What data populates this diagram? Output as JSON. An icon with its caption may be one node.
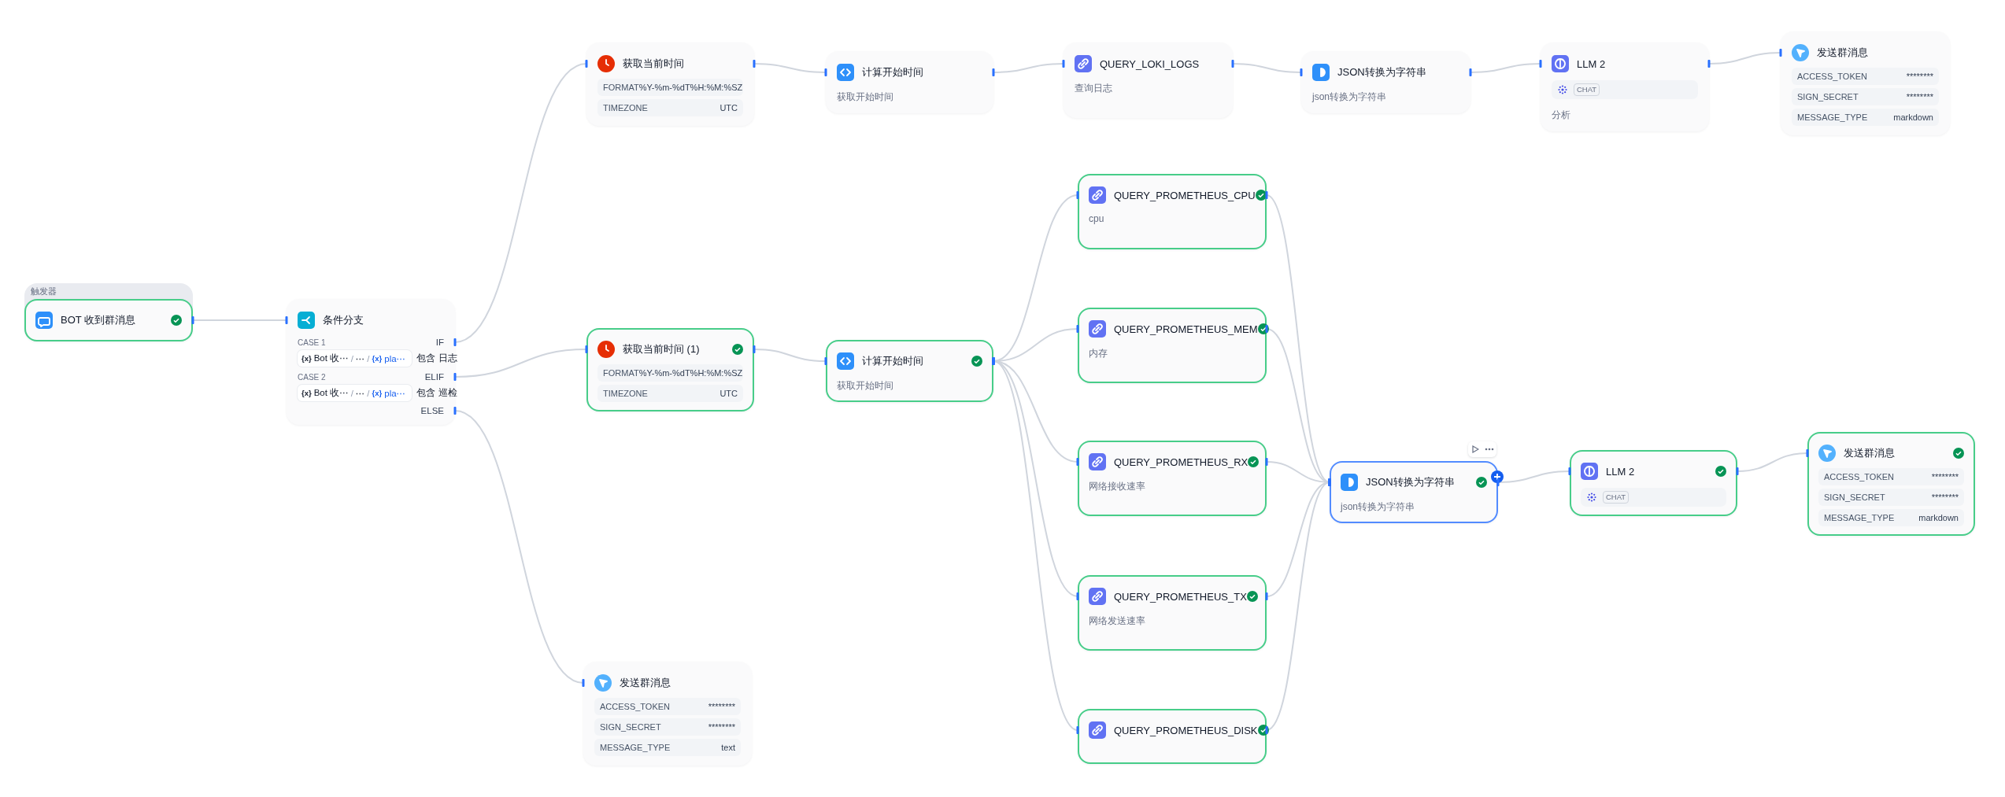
{
  "diagram": {
    "nodes": [
      {
        "text": [
          "触发器"
        ]
      },
      {
        "text": [
          "BOT 收到群消息"
        ],
        "in": 0
      },
      {
        "text": [
          "条件分支",
          "CASE 1",
          "IF",
          "{x}",
          "Bot 收⋯",
          "/",
          "⋯",
          "/",
          "{x}",
          "pla⋯",
          "包含",
          "日志",
          "CASE 2",
          "ELIF",
          "{x}",
          "Bot 收⋯",
          "/",
          "⋯",
          "/",
          "{x}",
          "pla⋯",
          "包含",
          "巡检",
          "ELSE"
        ]
      },
      {
        "text": [
          "获取当前时间",
          "FORMAT",
          "%Y-%m-%dT%H:%M:%SZ",
          "TIMEZONE",
          "UTC"
        ]
      },
      {
        "text": [
          "计算开始时间",
          "获取开始时间"
        ]
      },
      {
        "text": [
          "QUERY_LOKI_LOGS",
          "查询日志"
        ]
      },
      {
        "text": [
          "JSON转换为字符串",
          "json转换为字符串"
        ]
      },
      {
        "text": [
          "LLM 2",
          "CHAT",
          "分析"
        ]
      },
      {
        "text": [
          "发送群消息",
          "ACCESS_TOKEN",
          "********",
          "SIGN_SECRET",
          "********",
          "MESSAGE_TYPE",
          "markdown"
        ]
      },
      {
        "text": [
          "获取当前时间 (1)",
          "FORMAT",
          "%Y-%m-%dT%H:%M:%SZ",
          "TIMEZONE",
          "UTC"
        ]
      },
      {
        "text": [
          "计算开始时间",
          "获取开始时间"
        ]
      },
      {
        "text": [
          "QUERY_PROMETHEUS_CPU",
          "cpu"
        ]
      },
      {
        "text": [
          "QUERY_PROMETHEUS_MEM",
          "内存"
        ]
      },
      {
        "text": [
          "QUERY_PROMETHEUS_RX",
          "网络接收速率"
        ]
      },
      {
        "text": [
          "QUERY_PROMETHEUS_TX",
          "网络发送速率"
        ]
      },
      {
        "text": [
          "QUERY_PROMETHEUS_DISK"
        ]
      },
      {
        "text": [
          "JSON转换为字符串",
          "json转换为字符串"
        ]
      },
      {
        "text": [
          "LLM 2",
          "CHAT"
        ]
      },
      {
        "text": [
          "发送群消息",
          "ACCESS_TOKEN",
          "********",
          "SIGN_SECRET",
          "********",
          "MESSAGE_TYPE",
          "markdown"
        ]
      },
      {
        "text": [
          "发送群消息",
          "ACCESS_TOKEN",
          "********",
          "SIGN_SECRET",
          "********",
          "MESSAGE_TYPE",
          "text"
        ]
      }
    ],
    "edges": [
      {
        "from": 1,
        "to": 2,
        "arrow": "none"
      },
      {
        "from": 2,
        "to": 3,
        "arrow": "none"
      },
      {
        "from": 2,
        "to": 9,
        "arrow": "none"
      },
      {
        "from": 2,
        "to": 19,
        "arrow": "none"
      },
      {
        "from": 3,
        "to": 4,
        "arrow": "none"
      },
      {
        "from": 4,
        "to": 5,
        "arrow": "none"
      },
      {
        "from": 5,
        "to": 6,
        "arrow": "none"
      },
      {
        "from": 6,
        "to": 7,
        "arrow": "none"
      },
      {
        "from": 7,
        "to": 8,
        "arrow": "none"
      },
      {
        "from": 9,
        "to": 10,
        "arrow": "none"
      },
      {
        "from": 10,
        "to": 11,
        "arrow": "none"
      },
      {
        "from": 10,
        "to": 12,
        "arrow": "none"
      },
      {
        "from": 10,
        "to": 13,
        "arrow": "none"
      },
      {
        "from": 10,
        "to": 14,
        "arrow": "none"
      },
      {
        "from": 10,
        "to": 15,
        "arrow": "none"
      },
      {
        "from": 11,
        "to": 16,
        "arrow": "none"
      },
      {
        "from": 12,
        "to": 16,
        "arrow": "none"
      },
      {
        "from": 13,
        "to": 16,
        "arrow": "none"
      },
      {
        "from": 14,
        "to": 16,
        "arrow": "none"
      },
      {
        "from": 15,
        "to": 16,
        "arrow": "none"
      },
      {
        "from": 16,
        "to": 17,
        "arrow": "none"
      },
      {
        "from": 17,
        "to": 18,
        "arrow": "none"
      }
    ]
  }
}
